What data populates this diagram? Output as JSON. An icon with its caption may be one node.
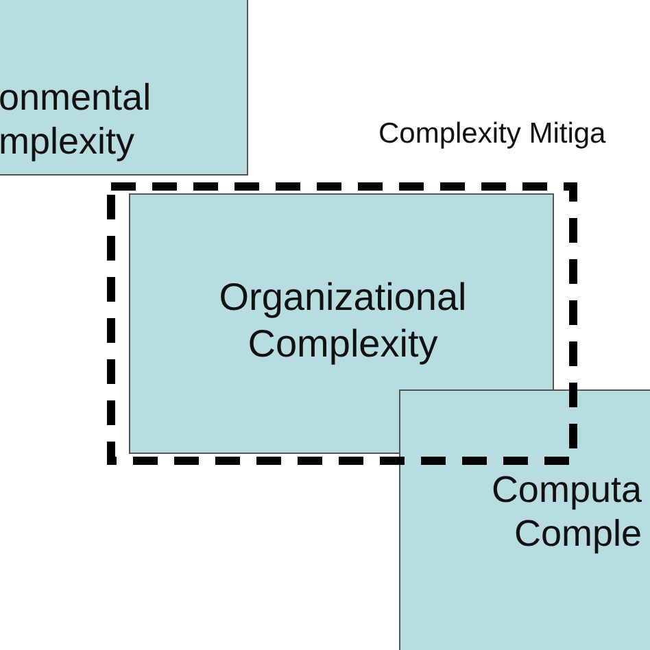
{
  "diagram": {
    "nodes": [
      {
        "text": [
          "onmental mplexity"
        ]
      },
      {
        "text": [
          "Complexity Mitiga"
        ]
      },
      {
        "text": [
          "Organizational Complexity"
        ],
        "in": 1
      },
      {
        "text": [
          "Computa Comple"
        ]
      }
    ]
  }
}
